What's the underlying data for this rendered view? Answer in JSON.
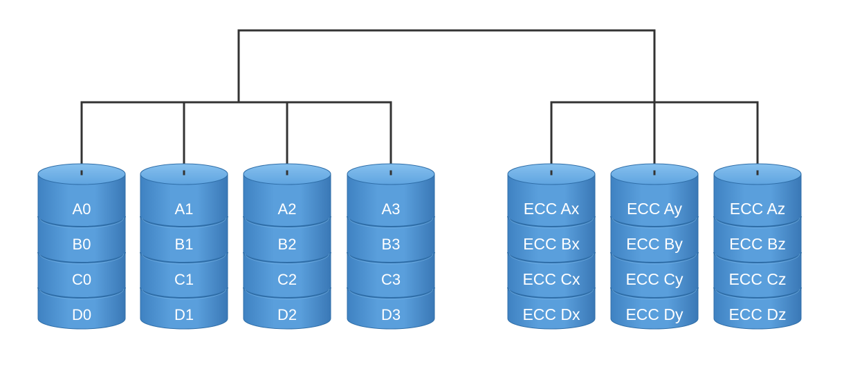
{
  "colors": {
    "wire": "#333333",
    "disk_fill": "#4a8fcf",
    "disk_top": "#6fb0e6",
    "disk_divider": "#2f6ea8",
    "label": "#ffffff"
  },
  "data_disks": [
    {
      "blocks": [
        "A0",
        "B0",
        "C0",
        "D0"
      ]
    },
    {
      "blocks": [
        "A1",
        "B1",
        "C1",
        "D1"
      ]
    },
    {
      "blocks": [
        "A2",
        "B2",
        "C2",
        "D2"
      ]
    },
    {
      "blocks": [
        "A3",
        "B3",
        "C3",
        "D3"
      ]
    }
  ],
  "ecc_disks": [
    {
      "blocks": [
        "ECC Ax",
        "ECC Bx",
        "ECC Cx",
        "ECC Dx"
      ]
    },
    {
      "blocks": [
        "ECC Ay",
        "ECC By",
        "ECC Cy",
        "ECC Dy"
      ]
    },
    {
      "blocks": [
        "ECC Az",
        "ECC Bz",
        "ECC Cz",
        "ECC Dz"
      ]
    }
  ]
}
